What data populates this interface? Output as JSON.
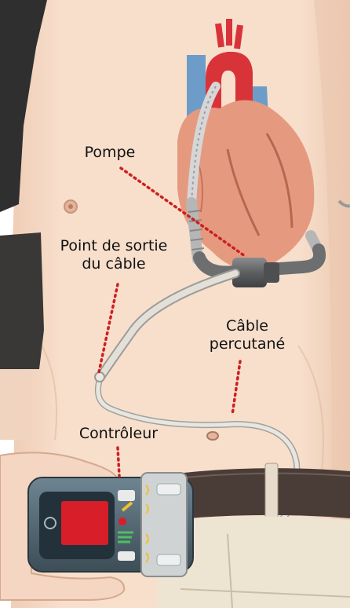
{
  "labels": {
    "pump": "Pompe",
    "exit_site": "Point de sortie\ndu câble",
    "percutaneous_cable": "Câble\npercutané",
    "controller": "Contrôleur"
  },
  "colors": {
    "skin": "#f6dcc8",
    "skin_shadow": "#e9c4aa",
    "artery_red": "#d9333a",
    "vein_blue": "#6d9cc9",
    "heart": "#e59a80",
    "leader_line": "#cc2020",
    "cable": "#d9d6cf",
    "belt": "#4a3d38",
    "controller_body": "#5a6f7a",
    "screen_red": "#d81e28"
  },
  "icons": [
    "heart-illustration",
    "lvad-pump",
    "percutaneous-cable",
    "controller-device",
    "belt",
    "hand"
  ]
}
